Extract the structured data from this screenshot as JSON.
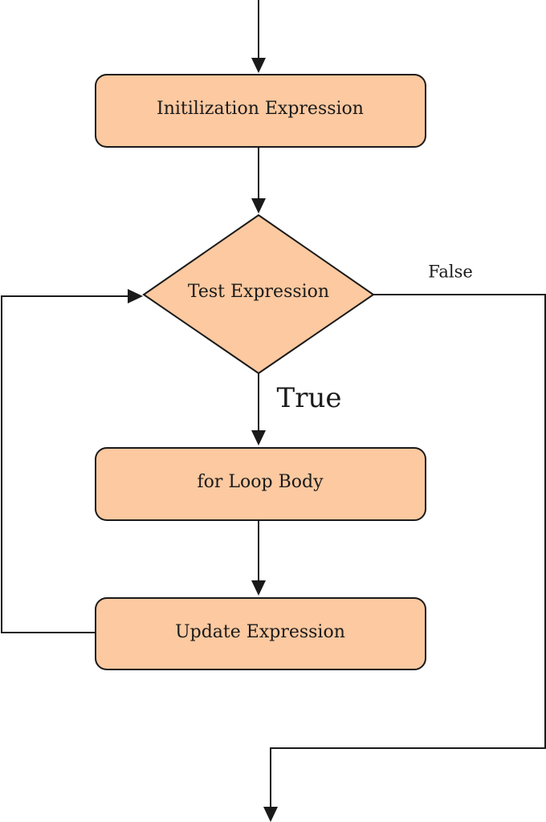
{
  "diagram": {
    "nodes": {
      "initialization": {
        "label": "Initilization Expression"
      },
      "test": {
        "label": "Test Expression"
      },
      "body": {
        "label": "for Loop Body"
      },
      "update": {
        "label": "Update Expression"
      }
    },
    "edge_labels": {
      "false_label": "False",
      "true_label": "True"
    },
    "colors": {
      "node_fill": "#fcc9a0",
      "stroke": "#1a1a1a",
      "background": "#ffffff"
    }
  }
}
